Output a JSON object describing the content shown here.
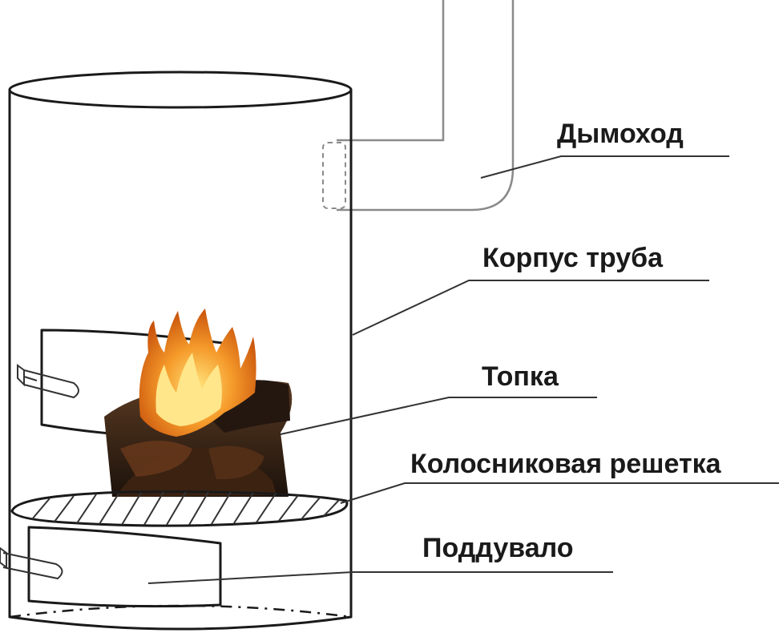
{
  "labels": {
    "chimney": "Дымоход",
    "body_pipe": "Корпус труба",
    "firebox": "Топка",
    "grate": "Колосниковая решетка",
    "ash_pit": "Поддувало"
  },
  "colors": {
    "line": "#1a1a1a",
    "pipe_line": "#8a8a8a",
    "flame_outer": "#f08a1c",
    "flame_inner": "#ffd84a",
    "wood": "#3a2416"
  }
}
